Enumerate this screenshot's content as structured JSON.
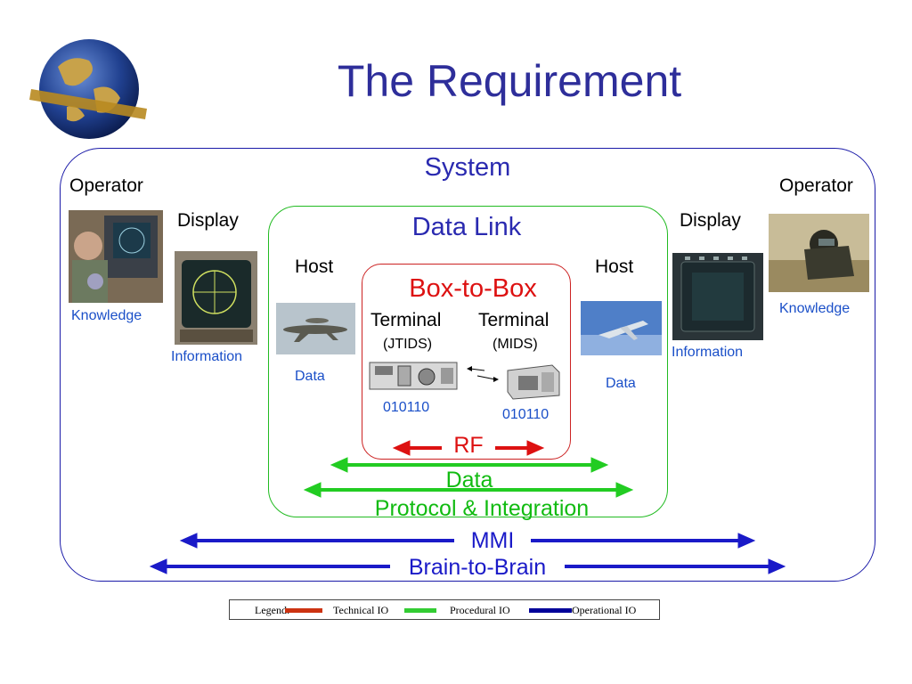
{
  "title": "The Requirement",
  "system_label": "System",
  "data_link_label": "Data Link",
  "box_to_box_label": "Box-to-Box",
  "left": {
    "operator": "Operator",
    "operator_caption": "Knowledge",
    "display": "Display",
    "display_caption": "Information",
    "host": "Host",
    "host_caption": "Data",
    "terminal": "Terminal",
    "terminal_type": "(JTIDS)",
    "bits": "010110"
  },
  "right": {
    "operator": "Operator",
    "operator_caption": "Knowledge",
    "display": "Display",
    "display_caption": "Information",
    "host": "Host",
    "host_caption": "Data",
    "terminal": "Terminal",
    "terminal_type": "(MIDS)",
    "bits": "010110"
  },
  "arrows": {
    "rf": "RF",
    "data": "Data",
    "protocol": "Protocol & Integration",
    "mmi": "MMI",
    "brain": "Brain-to-Brain"
  },
  "legend": {
    "title": "Legend:",
    "items": [
      {
        "label": "Technical IO",
        "color": "#cc3311"
      },
      {
        "label": "Procedural IO",
        "color": "#33cc33"
      },
      {
        "label": "Operational IO",
        "color": "#000099"
      }
    ]
  },
  "colors": {
    "system": "#1a1aa8",
    "data_link": "#22bb22",
    "box_to_box": "#dd1111",
    "title": "#2e2e9a"
  }
}
